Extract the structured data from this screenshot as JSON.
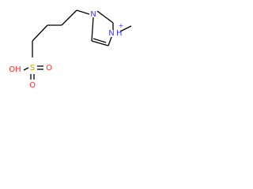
{
  "atoms": {
    "n1": "N",
    "n3": "N",
    "h3": "H",
    "charge": "+",
    "s": "S",
    "o1": "O",
    "o2": "O",
    "oh": "OH"
  },
  "colors": {
    "nitrogen": "#3a3aff",
    "sulfur": "#c8a000",
    "oxygen": "#ff2a2a",
    "bond": "#000000"
  }
}
